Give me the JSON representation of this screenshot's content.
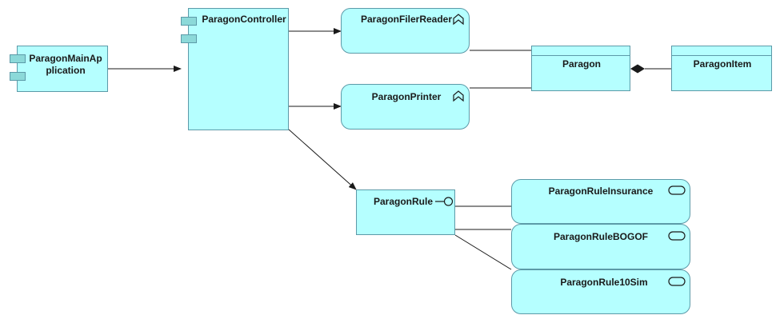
{
  "colors": {
    "fill": "#b5ffff",
    "border": "#5c9aa8",
    "line": "#1a1a1a"
  },
  "nodes": {
    "main_app": "ParagonMainAp plication",
    "controller": "ParagonController",
    "filer_reader": "ParagonFilerReader",
    "printer": "ParagonPrinter",
    "paragon": "Paragon",
    "item": "ParagonItem",
    "rule": "ParagonRule",
    "rule_insurance": "ParagonRuleInsurance",
    "rule_bogof": "ParagonRuleBOGOF",
    "rule_10sim": "ParagonRule10Sim"
  },
  "icons": {
    "component": "component-icon",
    "function": "function-chevron-icon",
    "interface": "interface-lollipop-icon",
    "service": "service-pill-icon",
    "composition": "diamond-composition-icon"
  }
}
